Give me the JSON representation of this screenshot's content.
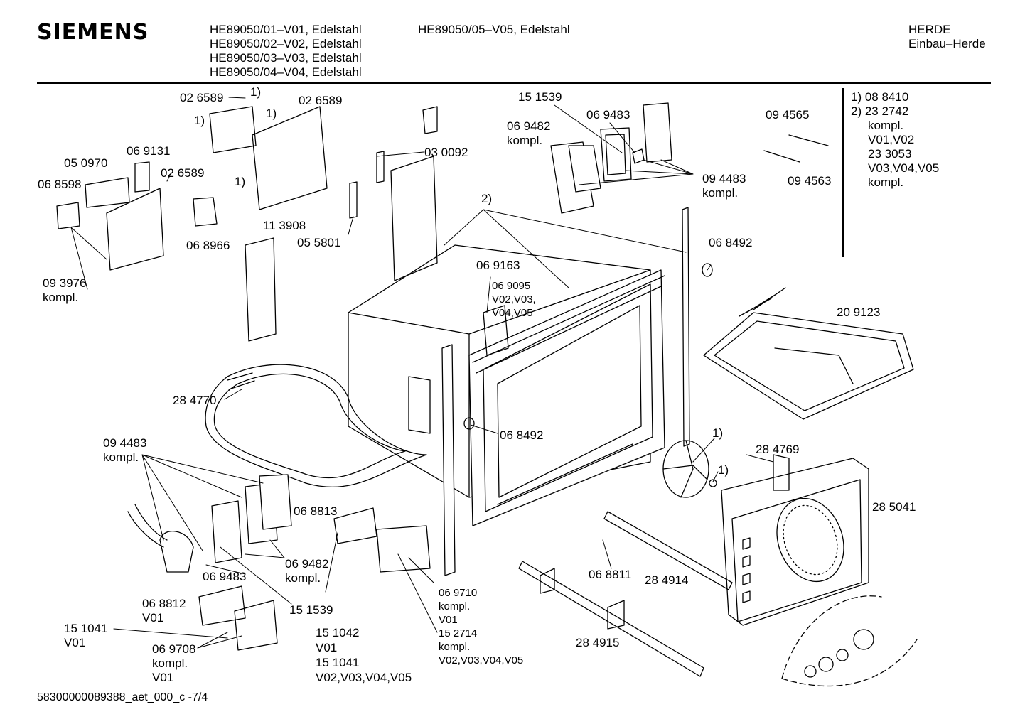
{
  "header": {
    "brand": "SIEMENS",
    "models_col1": [
      "HE89050/01–V01, Edelstahl",
      "HE89050/02–V02, Edelstahl",
      "HE89050/03–V03, Edelstahl",
      "HE89050/04–V04, Edelstahl"
    ],
    "models_col2": [
      "HE89050/05–V05, Edelstahl"
    ],
    "category": "HERDE",
    "subcategory": "Einbau–Herde"
  },
  "footnotes": [
    "1) 08 8410",
    "2) 23 2742",
    "kompl.",
    "V01,V02",
    "23 3053",
    "V03,V04,V05",
    "kompl."
  ],
  "labels": {
    "l_026589_a": "02 6589",
    "l_fn1_a": "1)",
    "l_fn1_b": "1)",
    "l_026589_b": "02 6589",
    "l_fn1_c": "1)",
    "l_026589_c": "02 6589",
    "l_fn1_d": "1)",
    "l_050970": "05 0970",
    "l_069131": "06 9131",
    "l_068598": "06 8598",
    "l_113908": "11 3908",
    "l_068966": "06 8966",
    "l_093976": "09 3976",
    "l_093976_k": "kompl.",
    "l_030092": "03 0092",
    "l_055801": "05 5801",
    "l_151539_a": "15 1539",
    "l_069482_a": "06 9482",
    "l_069482_a_k": "kompl.",
    "l_069483_a": "06 9483",
    "l_094483_a": "09 4483",
    "l_094483_a_k": "kompl.",
    "l_094565": "09 4565",
    "l_094563": "09 4563",
    "l_fn2": "2)",
    "l_068492_a": "06 8492",
    "l_069163": "06 9163",
    "l_069095": "06 9095",
    "l_069095_v1": "V02,V03,",
    "l_069095_v2": "V04,V05",
    "l_209123": "20 9123",
    "l_284770": "28 4770",
    "l_068492_b": "06 8492",
    "l_fn1_e": "1)",
    "l_fn1_f": "1)",
    "l_284769": "28 4769",
    "l_285041": "28 5041",
    "l_094483_b": "09 4483",
    "l_094483_b_k": "kompl.",
    "l_068813": "06 8813",
    "l_069482_b": "06 9482",
    "l_069482_b_k": "kompl.",
    "l_069483_b": "06 9483",
    "l_068812": "06 8812",
    "l_068812_v": "V01",
    "l_151539_b": "15 1539",
    "l_151041_a": "15 1041",
    "l_151041_a_v": "V01",
    "l_069708": "06 9708",
    "l_069708_k": "kompl.",
    "l_069708_v": "V01",
    "l_151042": "15 1042",
    "l_151042_v": "V01",
    "l_151041_b": "15 1041",
    "l_151041_b_v": "V02,V03,V04,V05",
    "l_069710": "06 9710",
    "l_069710_k": "kompl.",
    "l_069710_v": "V01",
    "l_152714": "15 2714",
    "l_152714_k": "kompl.",
    "l_152714_v": "V02,V03,V04,V05",
    "l_068811": "06 8811",
    "l_284914": "28 4914",
    "l_284915": "28 4915"
  },
  "footer": {
    "doc_id": "58300000089388_aet_000_c -7/4"
  }
}
